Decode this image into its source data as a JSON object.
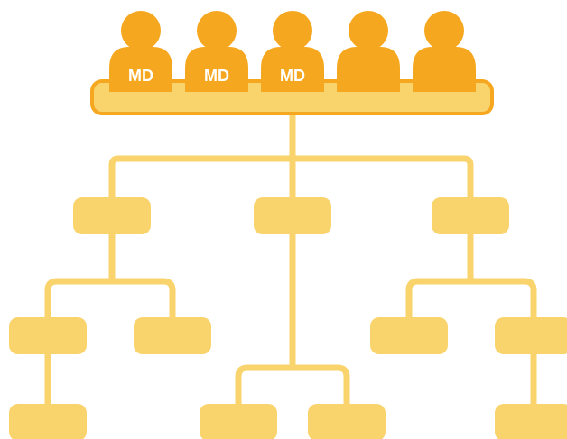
{
  "colors": {
    "person": "#F5A81F",
    "bar_fill": "#F9D36C",
    "bar_stroke": "#F5A81F",
    "line": "#F9D36C",
    "box": "#F9D36C",
    "label": "#FFFFFF"
  },
  "top_group": {
    "people": [
      {
        "label": "MD",
        "icon": "person-icon"
      },
      {
        "label": "MD",
        "icon": "person-icon"
      },
      {
        "label": "MD",
        "icon": "person-icon"
      },
      {
        "label": "",
        "icon": "person-icon"
      },
      {
        "label": "",
        "icon": "person-icon"
      }
    ]
  },
  "org_chart": {
    "levels": 4,
    "nodes": 11
  }
}
